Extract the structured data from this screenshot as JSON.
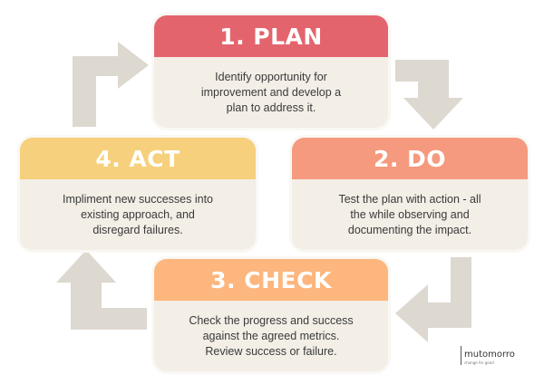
{
  "colors": {
    "plan": "#e4646d",
    "do": "#f59a7e",
    "check": "#fdb67d",
    "act": "#f6d07c",
    "card": "#f3eee6",
    "arrow": "#ddd8d0"
  },
  "steps": {
    "plan": {
      "title": "1. PLAN",
      "text": "Identify opportunity for\nimprovement and develop a\nplan to address it."
    },
    "do": {
      "title": "2. DO",
      "text": "Test the plan with action - all\nthe while observing and\ndocumenting the impact."
    },
    "check": {
      "title": "3. CHECK",
      "text": "Check the progress and success\nagainst the agreed metrics.\nReview success or failure."
    },
    "act": {
      "title": "4. ACT",
      "text": "Impliment new successes into\nexisting approach, and\ndisregard failures."
    }
  },
  "logo": {
    "name": "mutomorro",
    "tagline": "change for good"
  }
}
